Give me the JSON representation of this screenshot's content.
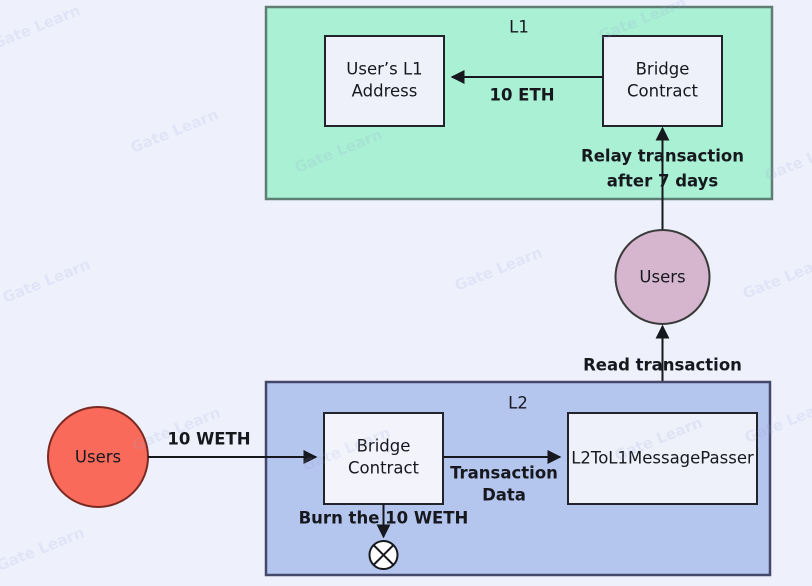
{
  "diagram": {
    "background_color": "#eef1fc",
    "watermark_text": "Gate Learn",
    "zones": [
      {
        "id": "l1",
        "label": "L1",
        "fill": "#a9f0d4",
        "stroke": "#5f7d72"
      },
      {
        "id": "l2",
        "label": "L2",
        "fill": "#b4c5ee",
        "stroke": "#44496b"
      }
    ],
    "nodes": [
      {
        "id": "users-l1-address",
        "label_line1": "User’s L1",
        "label_line2": "Address",
        "shape": "rect",
        "fill": "#eef0fa",
        "stroke": "#22242b"
      },
      {
        "id": "l1-bridge-contract",
        "label_line1": "Bridge",
        "label_line2": "Contract",
        "shape": "rect",
        "fill": "#eef0fa",
        "stroke": "#22242b"
      },
      {
        "id": "users-middle",
        "label": "Users",
        "shape": "circle",
        "fill": "#d6b6cf",
        "stroke": "#3a3a3a"
      },
      {
        "id": "users-left",
        "label": "Users",
        "shape": "circle",
        "fill": "#fa6a5a",
        "stroke": "#7a2a22"
      },
      {
        "id": "l2-bridge-contract",
        "label_line1": "Bridge",
        "label_line2": "Contract",
        "shape": "rect",
        "fill": "#f3f4fb",
        "stroke": "#22242b"
      },
      {
        "id": "l2-to-l1-message-passer",
        "label": "L2ToL1MessagePasser",
        "shape": "rect",
        "fill": "#eef0fa",
        "stroke": "#22242b"
      },
      {
        "id": "burn-symbol",
        "label": "",
        "shape": "circle-x",
        "fill": "#ffffff",
        "stroke": "#16181d"
      }
    ],
    "edges": [
      {
        "id": "eth-transfer",
        "from": "l1-bridge-contract",
        "to": "users-l1-address",
        "label": "10 ETH"
      },
      {
        "id": "relay-transaction",
        "from": "users-middle",
        "to": "l1-bridge-contract",
        "label_line1": "Relay transaction",
        "label_line2": "after 7 days"
      },
      {
        "id": "read-transaction",
        "from": "l2-to-l1-message-passer",
        "to": "users-middle",
        "label": "Read transaction"
      },
      {
        "id": "weth-deposit",
        "from": "users-left",
        "to": "l2-bridge-contract",
        "label": "10 WETH"
      },
      {
        "id": "transaction-data",
        "from": "l2-bridge-contract",
        "to": "l2-to-l1-message-passer",
        "label_line1": "Transaction",
        "label_line2": "Data"
      },
      {
        "id": "burn-weth",
        "from": "l2-bridge-contract",
        "to": "burn-symbol",
        "label": "Burn the 10 WETH"
      }
    ]
  }
}
